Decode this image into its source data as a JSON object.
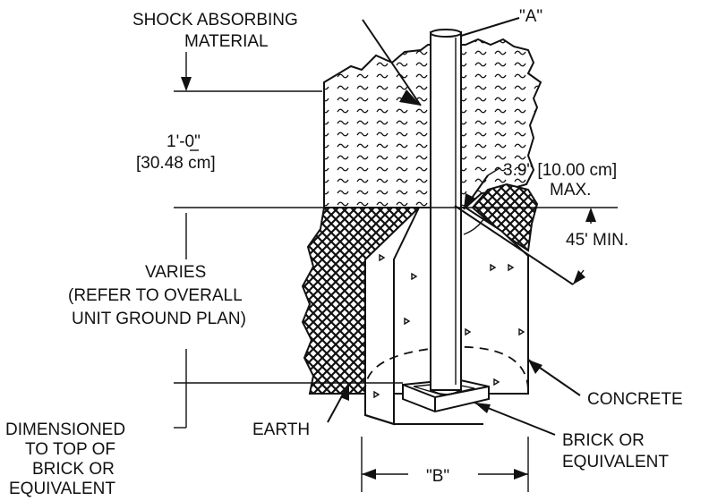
{
  "labels": {
    "shock_line1": "SHOCK ABSORBING",
    "shock_line2": "MATERIAL",
    "a_tag": "\"A\"",
    "depth_line1": "1'-0\"",
    "depth_line2": "[30.48 cm]",
    "gap_line1": "3.9\" [10.00 cm]",
    "gap_line2": "MAX.",
    "angle": "45' MIN.",
    "varies_line1": "VARIES",
    "varies_line2": "(REFER TO OVERALL",
    "varies_line3": "UNIT GROUND PLAN)",
    "concrete": "CONCRETE",
    "dim_line1": "DIMENSIONED",
    "dim_line2": "TO TOP OF",
    "dim_line3": "BRICK OR",
    "dim_line4": "EQUIVALENT",
    "earth": "EARTH",
    "brick_line1": "BRICK OR",
    "brick_line2": "EQUIVALENT",
    "b_tag": "\"B\""
  },
  "colors": {
    "ink": "#111111",
    "background": "#ffffff"
  }
}
